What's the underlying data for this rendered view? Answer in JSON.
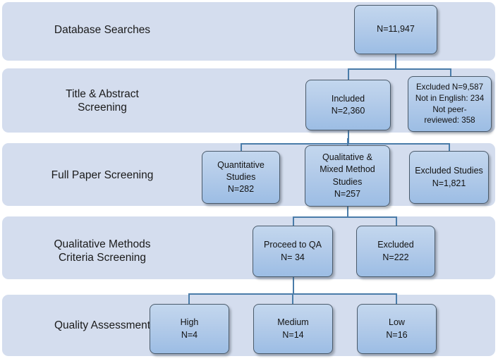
{
  "diagram": {
    "title": "Systematic review study selection flow",
    "accent_color": "#4a7ca9",
    "band_color": "#d4ddee",
    "node_fill_top": "#c3d7ee",
    "node_fill_bottom": "#9cbde4",
    "node_border_color": "#4a5a6a"
  },
  "stages": [
    {
      "label": "Database Searches"
    },
    {
      "label": "Title & Abstract\nScreening"
    },
    {
      "label": "Full Paper Screening"
    },
    {
      "label": "Qualitative Methods\nCriteria Screening"
    },
    {
      "label": "Quality Assessment"
    }
  ],
  "nodes": {
    "database_total": {
      "line1": "N=11,947"
    },
    "included": {
      "line1": "Included",
      "line2": "N=2,360"
    },
    "excluded_screening": {
      "line1": "Excluded N=9,587",
      "line2": "Not in English: 234",
      "line3": "Not peer-\nreviewed: 358"
    },
    "quantitative": {
      "line1": "Quantitative\nStudies",
      "line2": "N=282"
    },
    "qualitative_mixed": {
      "line1": "Qualitative &\nMixed Method\nStudies",
      "line2": "N=257"
    },
    "excluded_studies": {
      "line1": "Excluded Studies",
      "line2": "N=1,821"
    },
    "proceed_qa": {
      "line1": "Proceed to QA",
      "line2": "N= 34"
    },
    "excluded_qa": {
      "line1": "Excluded",
      "line2": "N=222"
    },
    "quality_high": {
      "line1": "High",
      "line2": "N=4"
    },
    "quality_medium": {
      "line1": "Medium",
      "line2": "N=14"
    },
    "quality_low": {
      "line1": "Low",
      "line2": "N=16"
    }
  },
  "chart_data": {
    "type": "diagram",
    "title": "Study selection flow diagram",
    "stages": [
      {
        "stage": "Database Searches",
        "counts": [
          {
            "label": "N",
            "value": 11947
          }
        ]
      },
      {
        "stage": "Title & Abstract Screening",
        "counts": [
          {
            "label": "Included",
            "value": 2360
          },
          {
            "label": "Excluded",
            "value": 9587
          },
          {
            "label": "Not in English",
            "value": 234
          },
          {
            "label": "Not peer-reviewed",
            "value": 358
          }
        ]
      },
      {
        "stage": "Full Paper Screening",
        "counts": [
          {
            "label": "Quantitative Studies",
            "value": 282
          },
          {
            "label": "Qualitative & Mixed Method Studies",
            "value": 257
          },
          {
            "label": "Excluded Studies",
            "value": 1821
          }
        ]
      },
      {
        "stage": "Qualitative Methods Criteria Screening",
        "counts": [
          {
            "label": "Proceed to QA",
            "value": 34
          },
          {
            "label": "Excluded",
            "value": 222
          }
        ]
      },
      {
        "stage": "Quality Assessment",
        "counts": [
          {
            "label": "High",
            "value": 4
          },
          {
            "label": "Medium",
            "value": 14
          },
          {
            "label": "Low",
            "value": 16
          }
        ]
      }
    ]
  }
}
